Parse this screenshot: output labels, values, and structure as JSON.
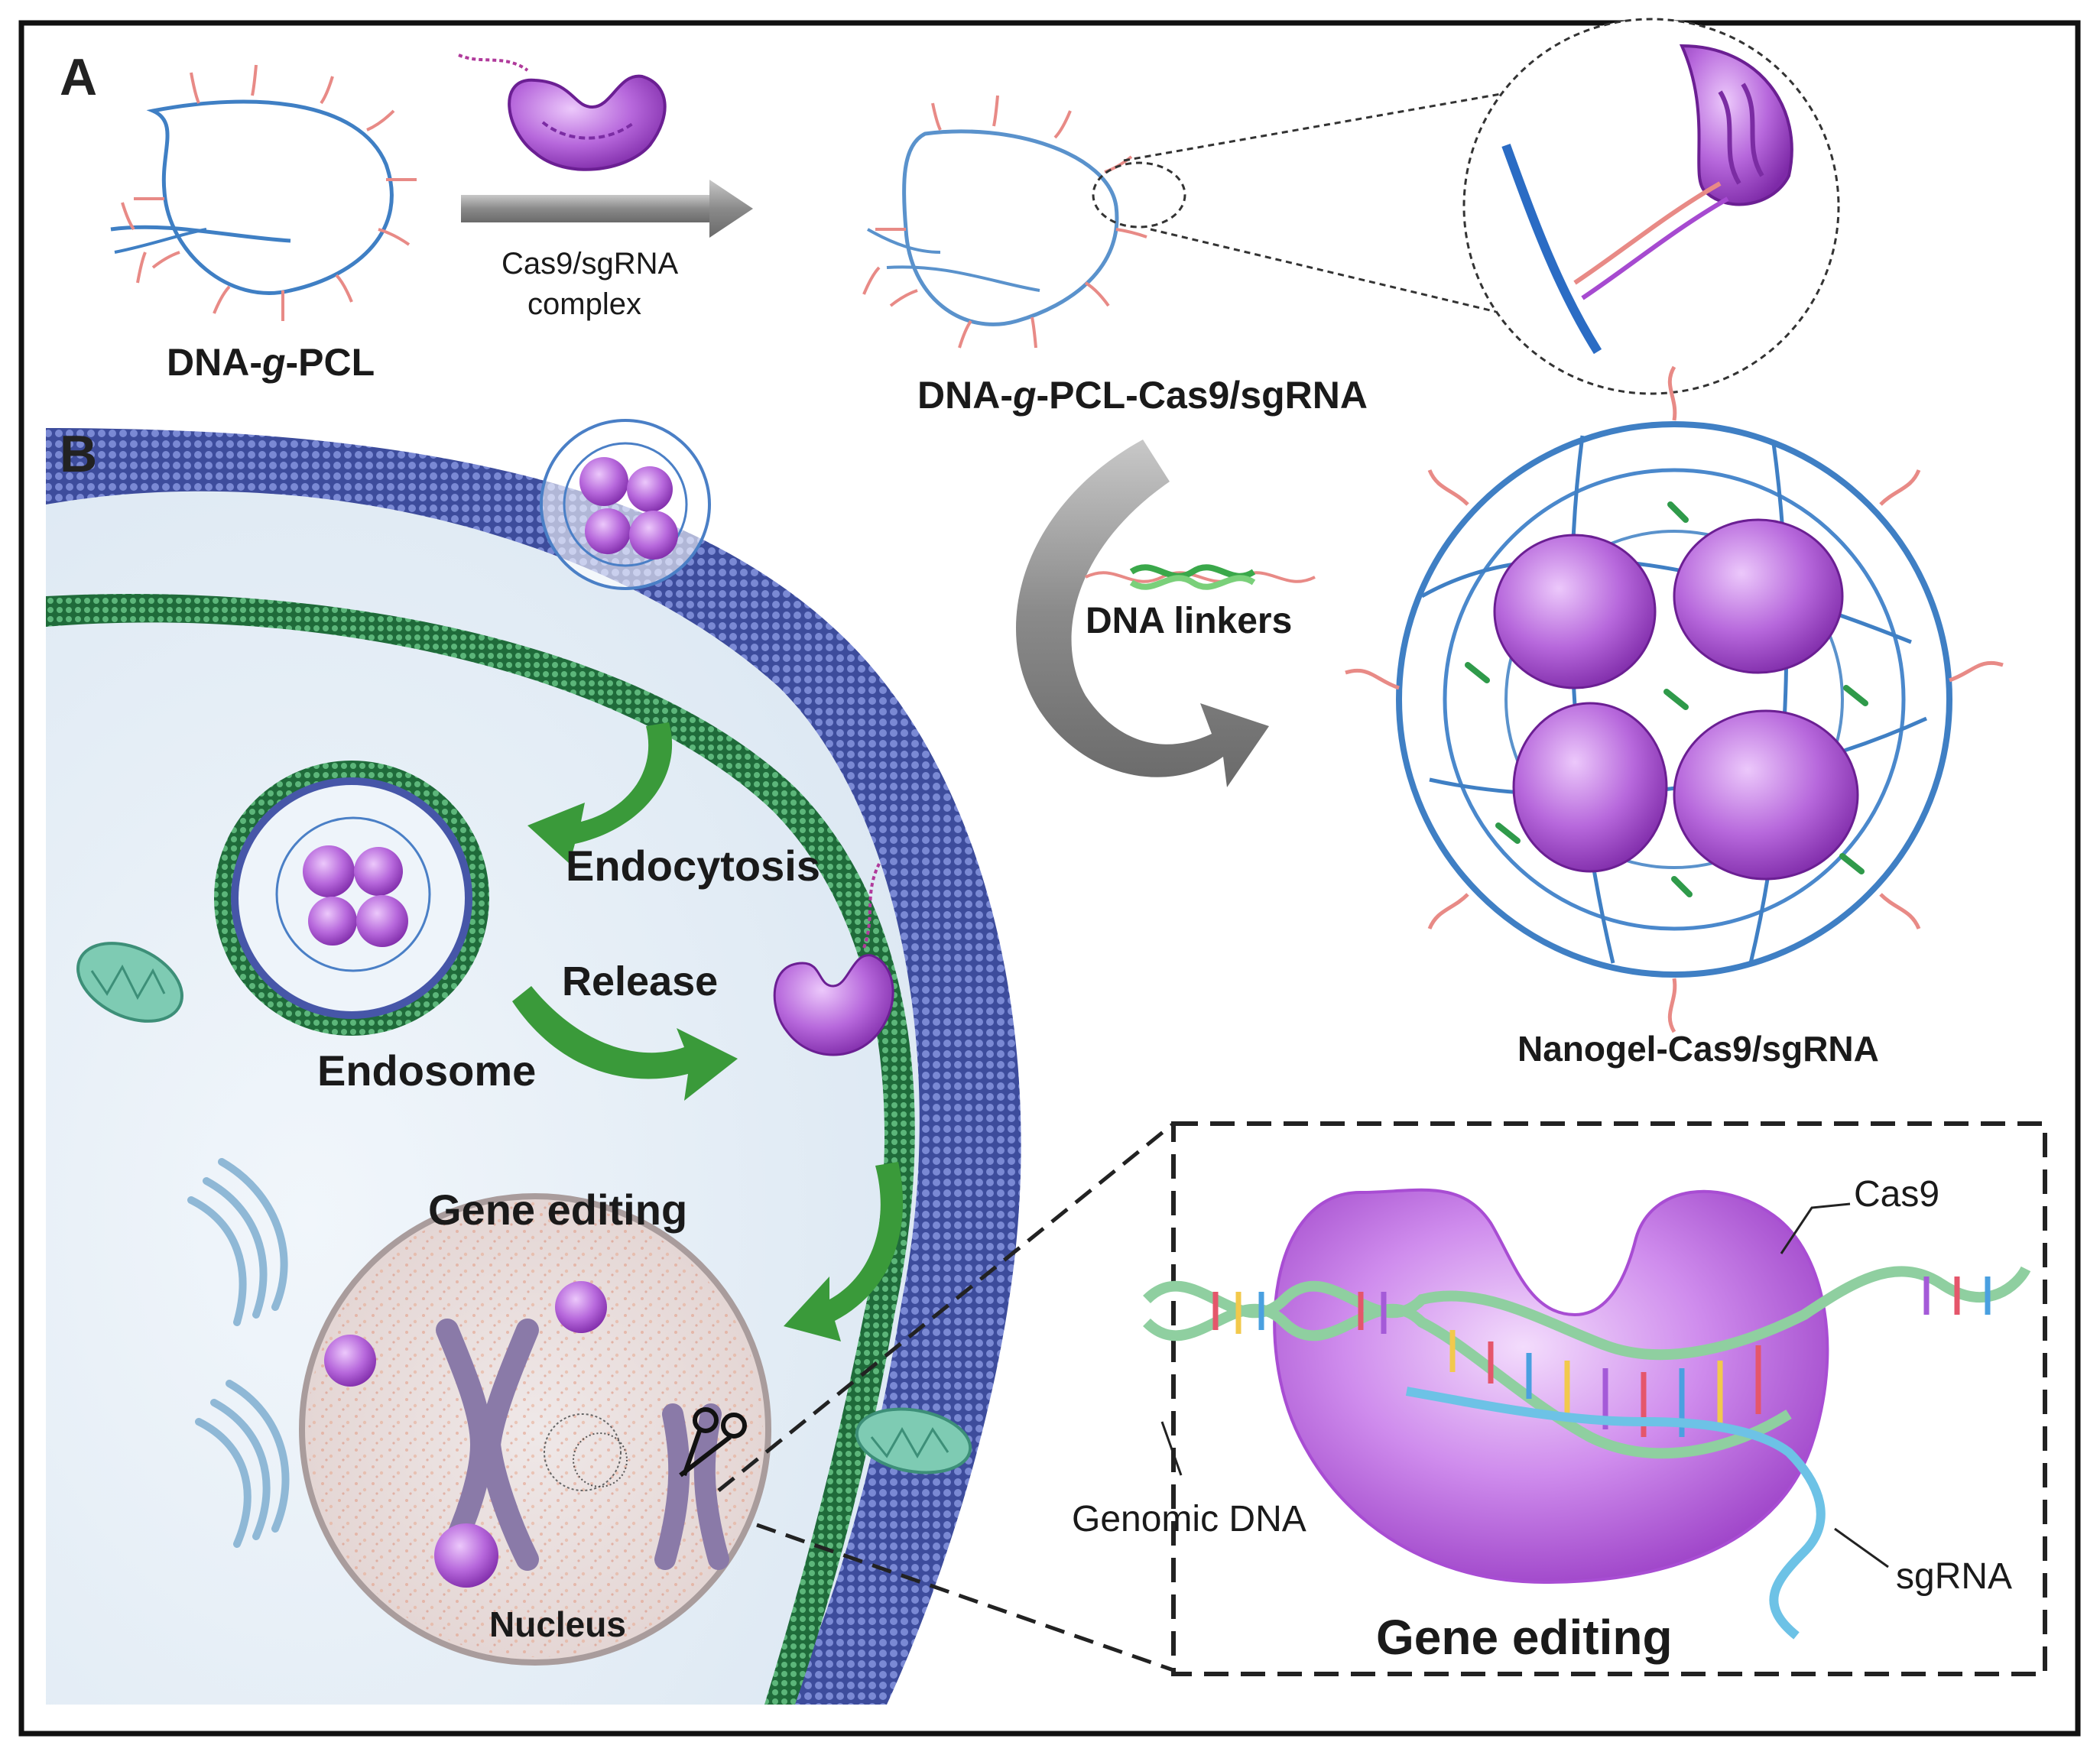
{
  "panel_a": {
    "letter": "A",
    "polymer_label_pre": "DNA-",
    "polymer_label_g": "g",
    "polymer_label_post": "-PCL",
    "arrow_label_line1": "Cas9/sgRNA",
    "arrow_label_line2": "complex",
    "conjugate_label_pre": "DNA-",
    "conjugate_label_g": "g",
    "conjugate_label_post": "-PCL-Cas9/sgRNA"
  },
  "panel_b": {
    "letter": "B",
    "linker_label": "DNA linkers",
    "nanogel_label": "Nanogel-Cas9/sgRNA",
    "endocytosis_label": "Endocytosis",
    "release_label": "Release",
    "endosome_label": "Endosome",
    "gene_editing_label": "Gene editing",
    "nucleus_label": "Nucleus"
  },
  "inset": {
    "cas9_label": "Cas9",
    "genomic_dna_label": "Genomic DNA",
    "sgrna_label": "sgRNA",
    "title": "Gene editing"
  },
  "colors": {
    "protein": "#a64ad0",
    "protein_light": "#d9a8f0",
    "dna_pink": "#e88a86",
    "polymer_blue": "#3f7fc4",
    "membrane_blue": "#4656a8",
    "membrane_green": "#2f8a4a",
    "arrow_green": "#3a9a3a",
    "arrow_gray": "#808080",
    "cytoplasm": "#e4eef6",
    "nucleus": "#e9dedd"
  }
}
